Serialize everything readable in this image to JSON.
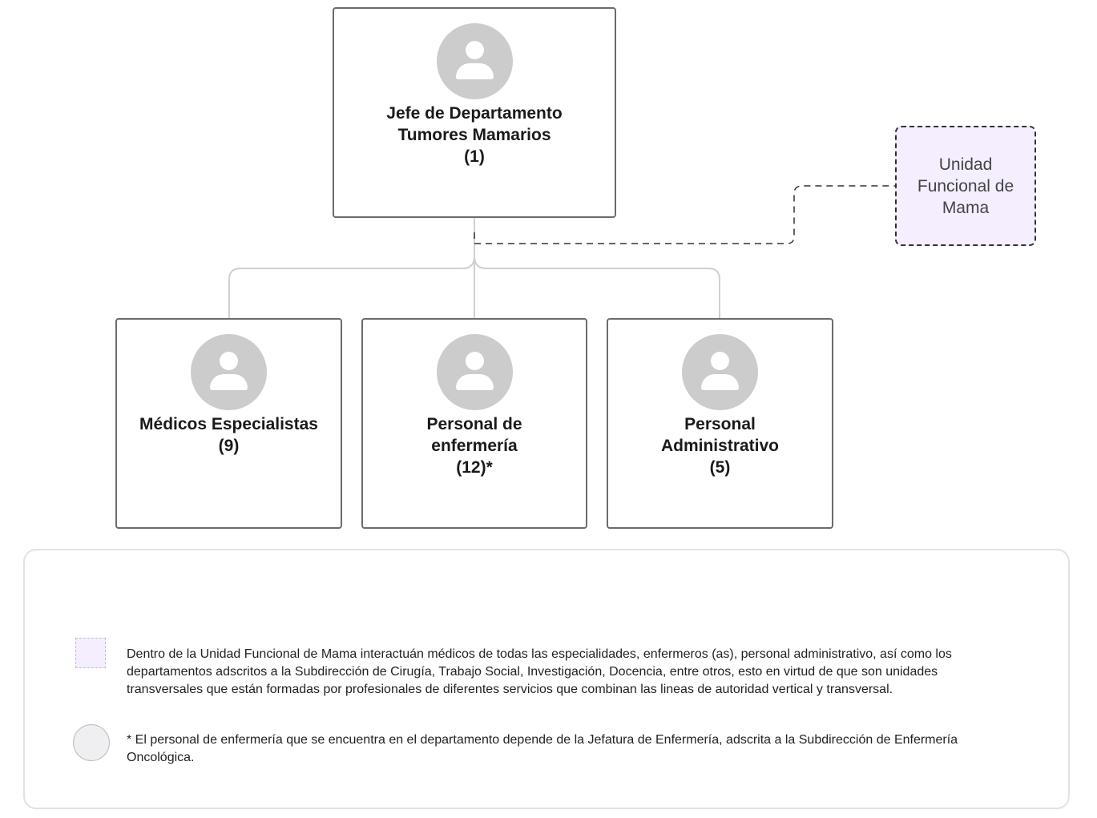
{
  "root": {
    "title_lines": [
      "Jefe de Departamento",
      "Tumores Mamarios",
      "(1)"
    ],
    "icon": "person-icon"
  },
  "children": [
    {
      "title_lines": [
        "Médicos Especialistas",
        "(9)"
      ],
      "icon": "person-icon"
    },
    {
      "title_lines": [
        "Personal de",
        "enfermería",
        "(12)*"
      ],
      "icon": "person-icon"
    },
    {
      "title_lines": [
        "Personal",
        "Administrativo",
        "(5)"
      ],
      "icon": "person-icon"
    }
  ],
  "functional_unit": {
    "lines": [
      "Unidad",
      "Funcional de",
      "Mama"
    ],
    "fill": "#f5eefe"
  },
  "legend": {
    "items": [
      {
        "symbol": "dashed-square",
        "text": "Dentro de la Unidad Funcional de Mama interactuán médicos de todas las especialidades, enfermeros (as), personal administrativo, así como los departamentos adscritos a la Subdirección de Cirugía, Trabajo Social, Investigación, Docencia, entre otros, esto en virtud de que son unidades transversales que están formadas por profesionales de diferentes servicios que combinan las lineas de autoridad vertical y transversal."
      },
      {
        "symbol": "circle",
        "text": "* El personal de enfermería que se encuentra en el departamento depende de la Jefatura de Enfermería, adscrita a la Subdirección de Enfermería Oncológica."
      }
    ]
  }
}
